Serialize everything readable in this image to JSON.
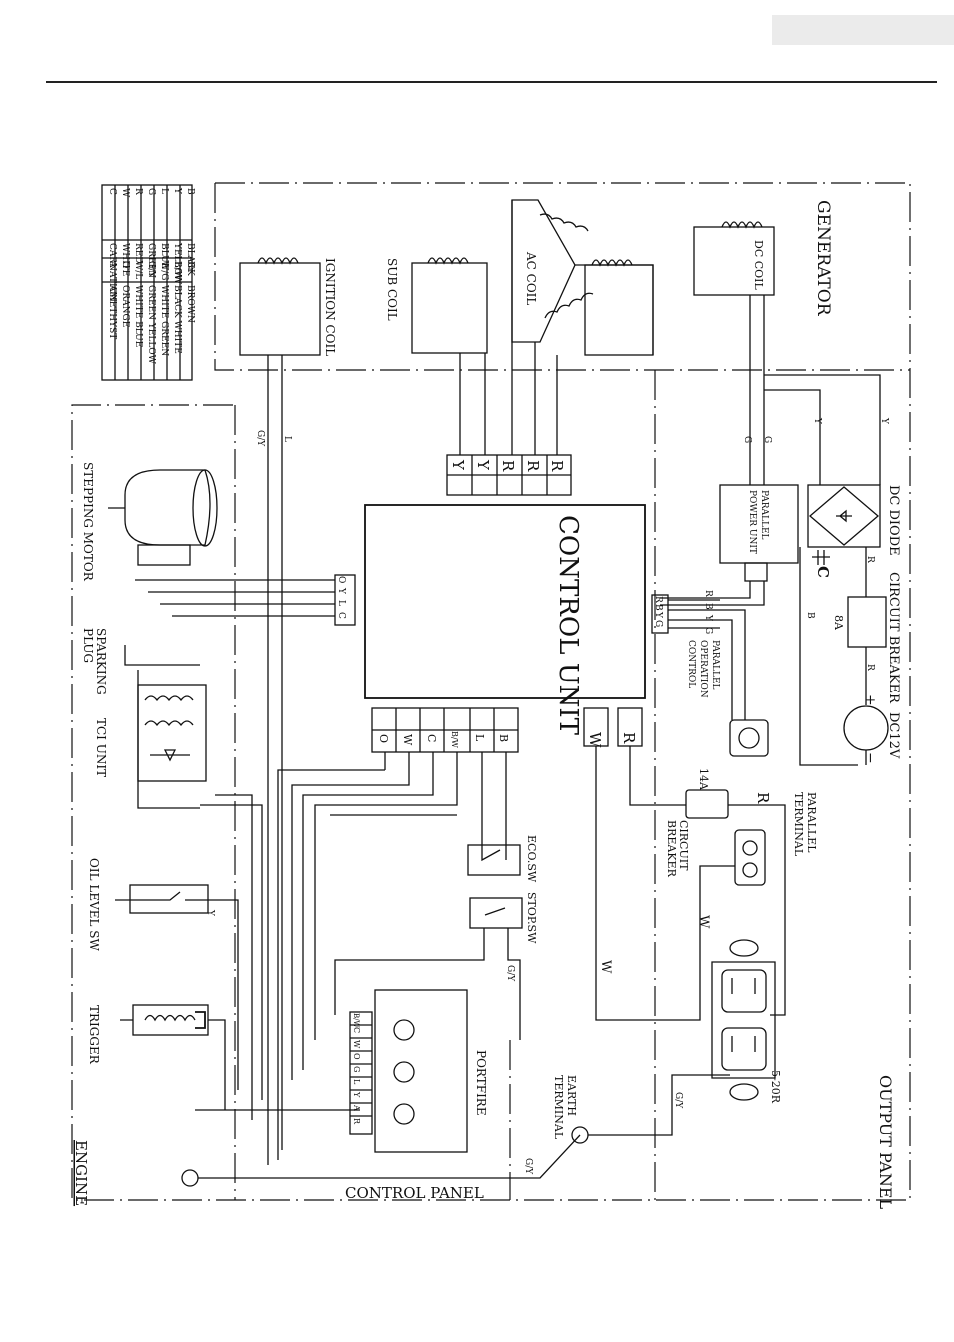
{
  "labels": {
    "generator": "GENERATOR",
    "dc_coil": "DC COIL",
    "ac_coil": "AC COIL",
    "sub_coil": "SUB COIL",
    "ignition_coil": "IGNITION COIL",
    "control_unit": "CONTROL UNIT",
    "parallel_power_unit_1": "PARALLEL",
    "parallel_power_unit_2": "POWER UNIT",
    "dc_diode": "DC DIODE",
    "circuit_breaker_dc": "CIRCUIT BREAKER",
    "dc12v": "DC12V",
    "breaker_8a": "8A",
    "cap_c": "C",
    "parallel_op_1": "PARALLEL",
    "parallel_op_2": "OPERATION",
    "parallel_op_3": "CONTROL",
    "parallel_terminal_1": "PARALLEL",
    "parallel_terminal_2": "TERMINAL",
    "breaker_14a": "14A",
    "circuit_breaker_1": "CIRCUIT",
    "circuit_breaker_2": "BREAKER",
    "eco_sw": "ECO.SW",
    "stop_sw": "STOP.SW",
    "portfire": "PORTFIRE",
    "earth_terminal_1": "EARTH",
    "earth_terminal_2": "TERMINAL",
    "receptacle": "5-20R",
    "output_panel": "OUTPUT PANEL",
    "control_panel": "CONTROL PANEL",
    "engine": "ENGINE",
    "stepping_motor": "STEPPING MOTOR",
    "sparking_plug_1": "SPARKING",
    "sparking_plug_2": "PLUG",
    "tci_unit": "TCI UNIT",
    "oil_level_sw": "OIL LEVEL SW",
    "trigger": "TRIGGER"
  },
  "terminals": {
    "top_block": [
      "R",
      "R",
      "R",
      "Y",
      "Y"
    ],
    "bottom_block": [
      "B",
      "L",
      "B/W",
      "C",
      "W",
      "O"
    ],
    "w_box": "W",
    "r_box": "R",
    "stepper_conn": [
      "C",
      "L",
      "Y",
      "O"
    ],
    "parallel_conn": [
      "G",
      "Y",
      "B",
      "R"
    ],
    "portfire_conn": [
      "B/W",
      "C",
      "W",
      "O",
      "G",
      "L",
      "Y",
      "A",
      "R"
    ]
  },
  "wires": {
    "gy": "G/Y",
    "l": "L",
    "y": "Y",
    "g": "G",
    "r": "R",
    "b": "B",
    "w": "W",
    "plus": "+",
    "minus": "−"
  },
  "color_code": [
    [
      "B",
      "BLACK",
      "Br",
      "BROWN"
    ],
    [
      "Y",
      "YELLOW",
      "B/W",
      "BLACK WHITE"
    ],
    [
      "L",
      "BLUE",
      "W/G",
      "WHITE GREEN"
    ],
    [
      "G",
      "GREEN",
      "G/Y",
      "GREEN YELLOW"
    ],
    [
      "R",
      "RED",
      "W/L",
      "WHITE BLUE"
    ],
    [
      "W",
      "WHITE",
      "O",
      "ORANGE"
    ],
    [
      "C",
      "CARNATION",
      "A",
      "AMETHYST"
    ]
  ]
}
